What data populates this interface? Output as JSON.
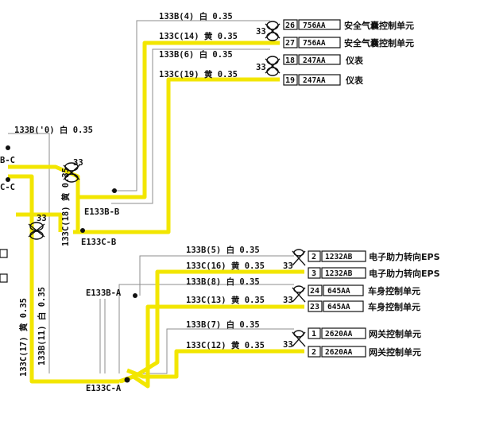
{
  "wire_labels_right_top": [
    {
      "id": "w1",
      "text": "133B(4)  白 0.35"
    },
    {
      "id": "w2",
      "text": "133C(14)  黄 0.35"
    },
    {
      "id": "w3",
      "text": "133B(6)  白 0.35"
    },
    {
      "id": "w4",
      "text": "133C(19)  黄 0.35"
    }
  ],
  "wire_labels_right_bottom": [
    {
      "id": "w5",
      "text": "133B(5)  白 0.35"
    },
    {
      "id": "w6",
      "text": "133C(16)  黄 0.35"
    },
    {
      "id": "w7",
      "text": "133B(8)  白 0.35"
    },
    {
      "id": "w8",
      "text": "133C(13)  黄 0.35"
    },
    {
      "id": "w9",
      "text": "133B(7)  白 0.35"
    },
    {
      "id": "w10",
      "text": "133C(12)  黄 0.35"
    }
  ],
  "wire_label_left": "133B('0)  白 0.35",
  "vertical_labels": {
    "v1": "133C(18)  黄 0.35",
    "v2": "133C(17)  黄 0.35",
    "v3": "133B(11)  白 0.35"
  },
  "twist_marks": {
    "t1": "33",
    "t2": "33",
    "t3": "33",
    "t4": "33",
    "t5": "33",
    "t6": "33",
    "t7": "33"
  },
  "splices": {
    "s1": "E133B-B",
    "s2": "E133C-B",
    "s3": "E133B-A",
    "s4": "E133C-A",
    "left1": "B-C",
    "left2": "C-C"
  },
  "connectors": [
    {
      "pin": "26",
      "code": "756AA",
      "name": "安全气囊控制单元"
    },
    {
      "pin": "27",
      "code": "756AA",
      "name": "安全气囊控制单元"
    },
    {
      "pin": "18",
      "code": "247AA",
      "name": "仪表"
    },
    {
      "pin": "19",
      "code": "247AA",
      "name": "仪表"
    },
    {
      "pin": "2",
      "code": "1232AB",
      "name": "电子助力转向EPS"
    },
    {
      "pin": "3",
      "code": "1232AB",
      "name": "电子助力转向EPS"
    },
    {
      "pin": "24",
      "code": "645AA",
      "name": "车身控制单元"
    },
    {
      "pin": "23",
      "code": "645AA",
      "name": "车身控制单元"
    },
    {
      "pin": "1",
      "code": "2620AA",
      "name": "网关控制单元"
    },
    {
      "pin": "2",
      "code": "2620AA",
      "name": "网关控制单元"
    }
  ],
  "colors": {
    "yellow_wire": "#f2e600",
    "white_wire": "#8c8c8c",
    "ink": "#111111"
  }
}
